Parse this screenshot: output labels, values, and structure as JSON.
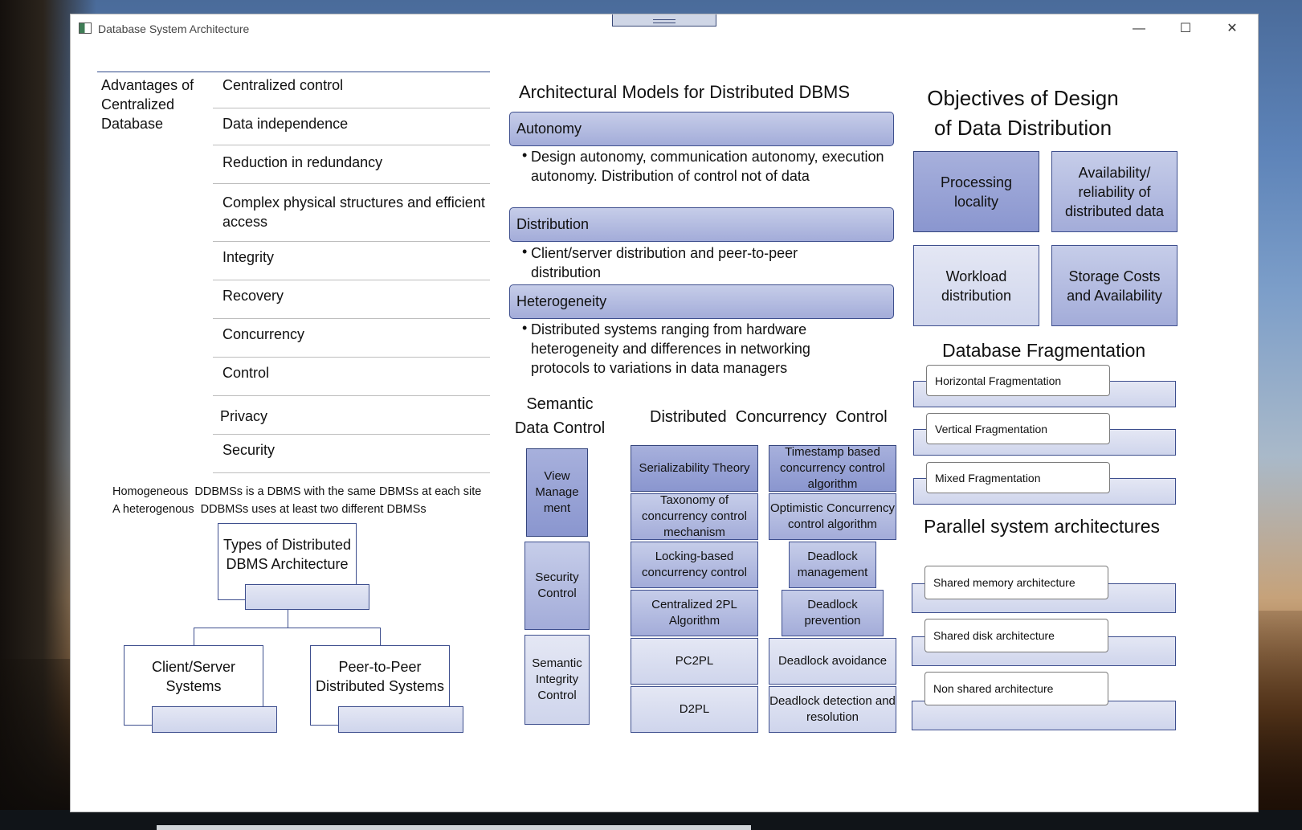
{
  "window": {
    "title": "Database System Architecture",
    "controls": {
      "minimize": "—",
      "maximize": "☐",
      "close": "✕"
    }
  },
  "advantages": {
    "heading": "Advantages of Centralized Database",
    "items": [
      "Centralized control",
      "Data independence",
      "Reduction in redundancy",
      "Complex physical structures and efficient access",
      "Integrity",
      "Recovery",
      "Concurrency",
      "Control",
      "Privacy",
      "Security"
    ]
  },
  "ddbms_notes": {
    "line1": "Homogeneous  DDBMSs is a DBMS with the same DBMSs at each site",
    "line2": "A heterogenous  DDBMSs uses at least two different DBMSs"
  },
  "types_tree": {
    "root": "Types of Distributed DBMS Architecture",
    "left": "Client/Server Systems",
    "right": "Peer-to-Peer Distributed Systems"
  },
  "arch_models": {
    "title": "Architectural Models for Distributed DBMS",
    "sections": [
      {
        "label": "Autonomy",
        "bullet": "Design autonomy, communication autonomy, execution autonomy. Distribution of control not of data"
      },
      {
        "label": "Distribution",
        "bullet": "Client/server distribution and peer-to-peer distribution"
      },
      {
        "label": "Heterogeneity",
        "bullet": "Distributed systems ranging from hardware heterogeneity and differences in networking protocols to variations in data managers"
      }
    ]
  },
  "semantic": {
    "title": "Semantic Data Control",
    "items": [
      "View Manage ment",
      "Security Control",
      "Semantic Integrity Control"
    ]
  },
  "concurrency": {
    "title": "Distributed  Concurrency  Control",
    "left": [
      "Serializability Theory",
      "Taxonomy of concurrency control mechanism",
      "Locking-based concurrency control",
      "Centralized 2PL Algorithm",
      "PC2PL",
      "D2PL"
    ],
    "right": [
      "Timestamp based concurrency control algorithm",
      "Optimistic Concurrency control algorithm",
      "Deadlock management",
      "Deadlock prevention",
      "Deadlock avoidance",
      "Deadlock detection and resolution"
    ]
  },
  "objectives": {
    "title": "Objectives of Design of Data Distribution",
    "items": [
      "Processing locality",
      "Availability/ reliability of distributed data",
      "Workload distribution",
      "Storage Costs and Availability"
    ]
  },
  "fragmentation": {
    "title": "Database Fragmentation",
    "items": [
      "Horizontal Fragmentation",
      "Vertical Fragmentation",
      "Mixed Fragmentation"
    ]
  },
  "parallel": {
    "title": "Parallel system architectures",
    "items": [
      "Shared memory  architecture",
      "Shared disk architecture",
      "Non  shared architecture"
    ]
  }
}
